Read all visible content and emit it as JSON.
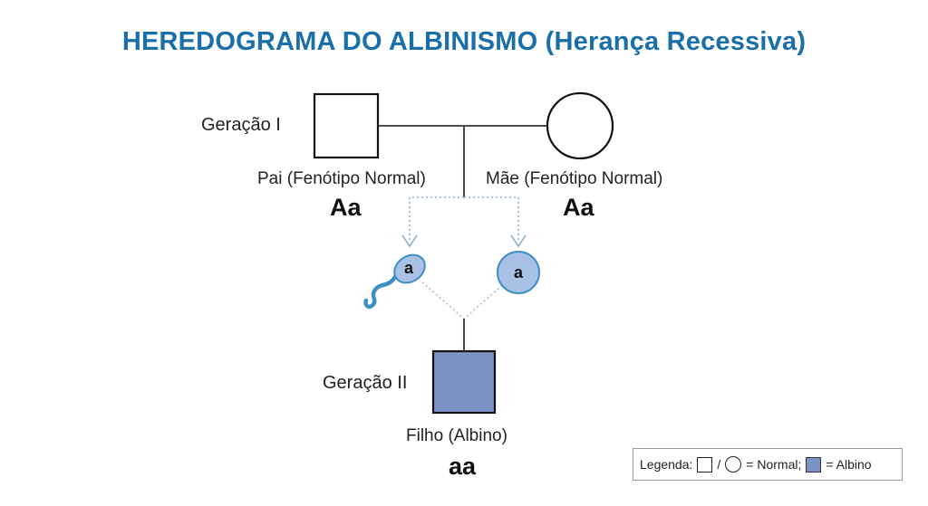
{
  "title": "HEREDOGRAMA DO ALBINISMO (Herança Recessiva)",
  "generations": {
    "gen1_label": "Geração I",
    "gen2_label": "Geração II"
  },
  "father": {
    "label": "Pai (Fenótipo Normal)",
    "genotype": "Aa"
  },
  "mother": {
    "label": "Mãe (Fenótipo Normal)",
    "genotype": "Aa"
  },
  "child": {
    "label": "Filho (Albino)",
    "genotype": "aa"
  },
  "gametes": {
    "sperm_allele": "a",
    "egg_allele": "a"
  },
  "legend": {
    "prefix": "Legenda:",
    "separator": "/",
    "normal_text": "= Normal;",
    "albino_text": "= Albino"
  },
  "colors": {
    "title": "#1a6fa8",
    "affected_fill": "#7b93c4",
    "gamete_fill": "#a9c1e4",
    "gamete_stroke": "#3d8fc4",
    "arrow": "#8fb0cf"
  },
  "icons": [
    "male-square",
    "female-circle",
    "sperm-icon",
    "egg-icon"
  ]
}
